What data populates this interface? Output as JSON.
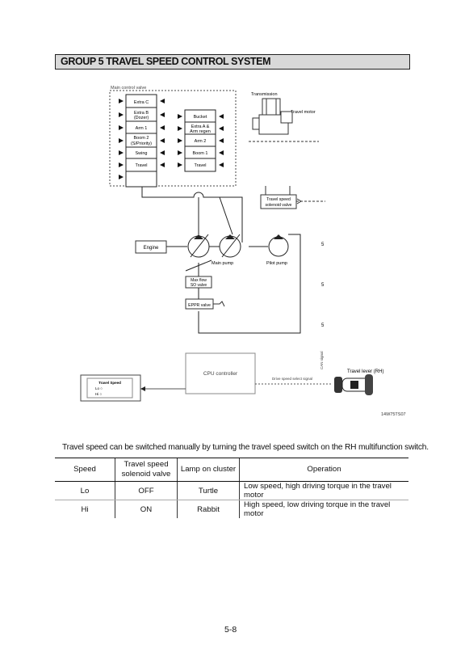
{
  "header": {
    "title": "GROUP 5 TRAVEL SPEED CONTROL SYSTEM"
  },
  "diagram": {
    "main_control_valve": "Main control valve",
    "spools_left": [
      "Extra C",
      "Extra B",
      "(Dozer)",
      "Arm 1",
      "Boom 2",
      "(S/Priority)",
      "Swing",
      "Travel"
    ],
    "spools_right": [
      "Bucket",
      "Extra A &",
      "Arm regen",
      "Arm 2",
      "Boom 1",
      "Travel"
    ],
    "transmission": "Transmission",
    "travel_motor": "Travel motor",
    "travel_speed_solenoid": [
      "Travel speed",
      "solenoid valve"
    ],
    "engine": "Engine",
    "main_pump": "Main pump",
    "pilot_pump": "Pilot pump",
    "max_flow_valve": [
      "Max flow",
      "SO valve"
    ],
    "eprr_valve": "EPPR valve",
    "cpu_controller": "CPU controller",
    "signal_label": "Drive speed select signal",
    "travel_lever": "Travel lever (RH)",
    "cluster_title": "Travel Speed",
    "cluster_lines": [
      "Lo  ○",
      "Hi  ○"
    ],
    "side_marks": [
      "5",
      "5",
      "5"
    ],
    "diagram_code": "14W75TS07"
  },
  "intro_text": "Travel speed can be switched manually by turning the travel speed switch on the RH multifunction switch.",
  "table": {
    "headers": [
      "Speed",
      "Travel speed solenoid valve",
      "Lamp on cluster",
      "Operation"
    ],
    "rows": [
      [
        "Lo",
        "OFF",
        "Turtle",
        "Low speed, high driving torque in the travel motor"
      ],
      [
        "Hi",
        "ON",
        "Rabbit",
        "High speed, low driving torque in the travel motor"
      ]
    ]
  },
  "page_number": "5-8"
}
